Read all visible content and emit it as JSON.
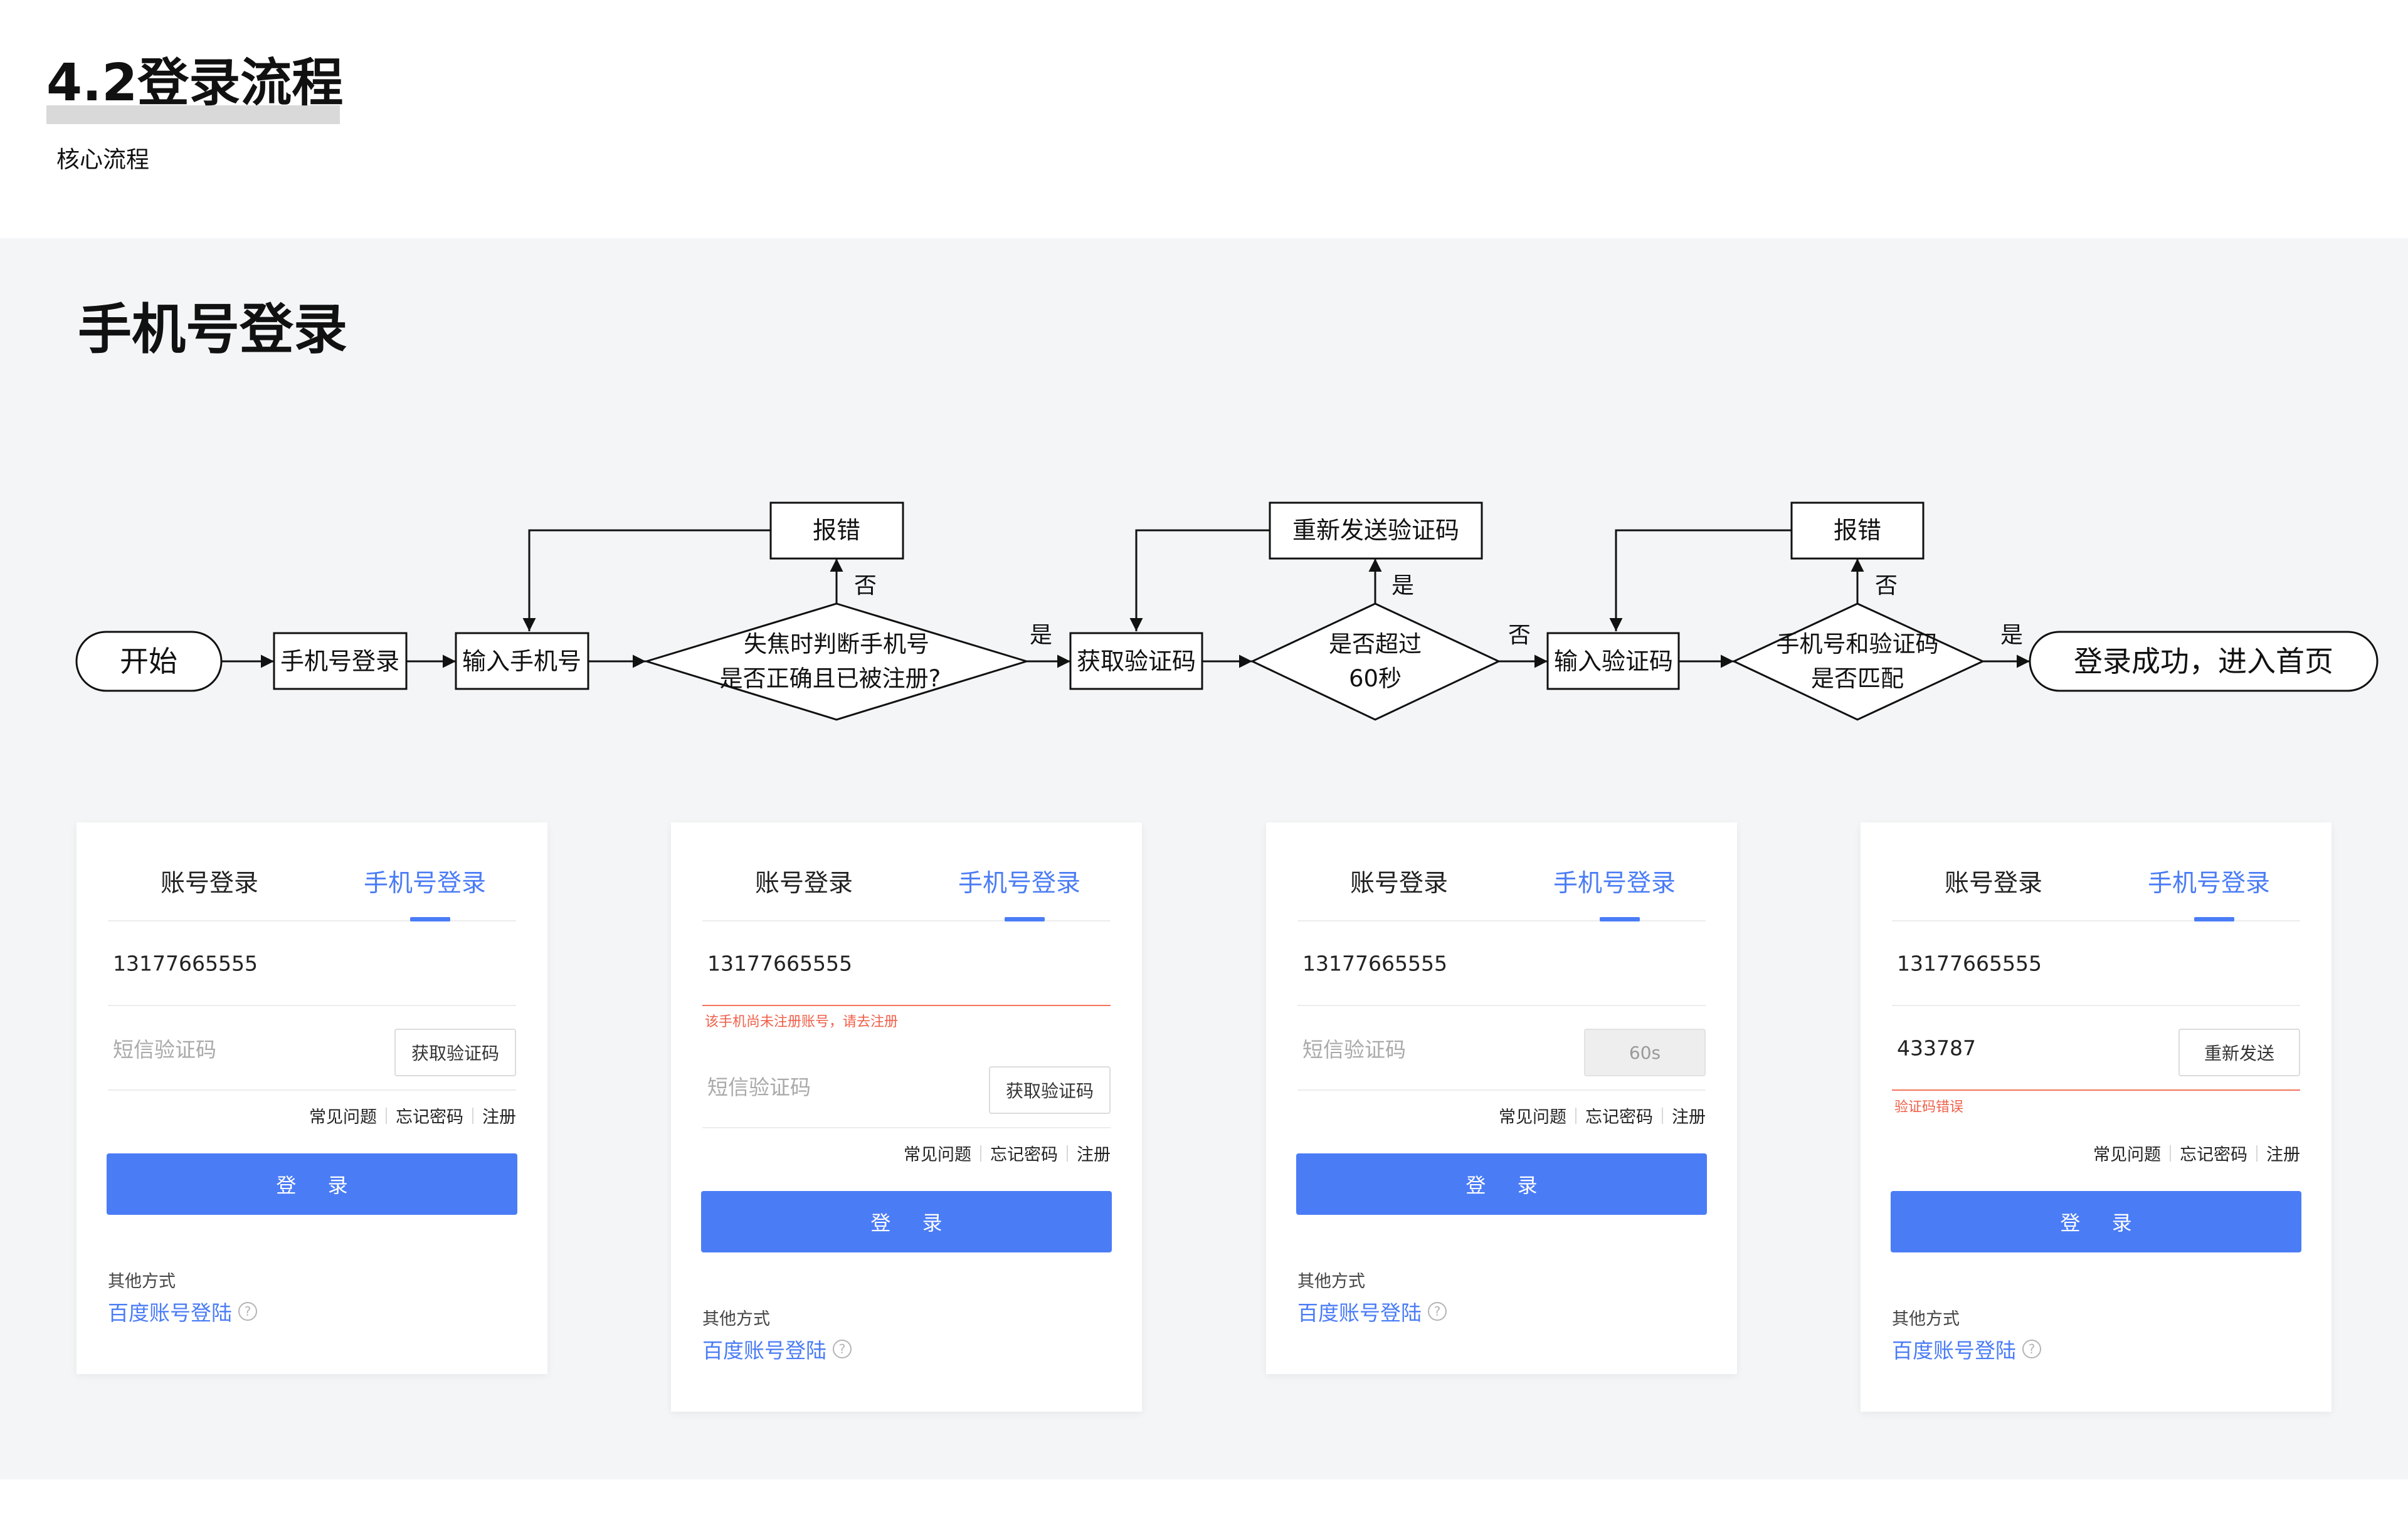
{
  "header": {
    "title": "4.2登录流程",
    "subtitle": "核心流程"
  },
  "section": {
    "title": "手机号登录"
  },
  "flowchart": {
    "nodes": {
      "start": "开始",
      "phone_login": "手机号登录",
      "input_phone": "输入手机号",
      "check_phone_line1": "失焦时判断手机号",
      "check_phone_line2": "是否正确且已被注册?",
      "error_top_1": "报错",
      "get_code": "获取验证码",
      "timeout_line1": "是否超过",
      "timeout_line2": "60秒",
      "resend": "重新发送验证码",
      "input_code": "输入验证码",
      "match_line1": "手机号和验证码",
      "match_line2": "是否匹配",
      "error_top_2": "报错",
      "success": "登录成功，进入首页"
    },
    "edge_labels": {
      "check_no": "否",
      "check_yes": "是",
      "timeout_yes": "是",
      "timeout_no": "否",
      "match_no": "否",
      "match_yes": "是"
    }
  },
  "cards": [
    {
      "tab_account": "账号登录",
      "tab_phone": "手机号登录",
      "phone_value": "13177665555",
      "code_placeholder": "短信验证码",
      "code_button": "获取验证码",
      "links": [
        "常见问题",
        "忘记密码",
        "注册"
      ],
      "login_button": "登 录",
      "other_label": "其他方式",
      "baidu_link": "百度账号登陆"
    },
    {
      "tab_account": "账号登录",
      "tab_phone": "手机号登录",
      "phone_value": "13177665555",
      "phone_error": "该手机尚未注册账号，请去注册",
      "code_placeholder": "短信验证码",
      "code_button": "获取验证码",
      "links": [
        "常见问题",
        "忘记密码",
        "注册"
      ],
      "login_button": "登 录",
      "other_label": "其他方式",
      "baidu_link": "百度账号登陆"
    },
    {
      "tab_account": "账号登录",
      "tab_phone": "手机号登录",
      "phone_value": "13177665555",
      "code_placeholder": "短信验证码",
      "code_button": "60s",
      "links": [
        "常见问题",
        "忘记密码",
        "注册"
      ],
      "login_button": "登 录",
      "other_label": "其他方式",
      "baidu_link": "百度账号登陆"
    },
    {
      "tab_account": "账号登录",
      "tab_phone": "手机号登录",
      "phone_value": "13177665555",
      "code_value": "433787",
      "code_button": "重新发送",
      "code_error": "验证码错误",
      "links": [
        "常见问题",
        "忘记密码",
        "注册"
      ],
      "login_button": "登 录",
      "other_label": "其他方式",
      "baidu_link": "百度账号登陆"
    }
  ],
  "colors": {
    "accent": "#4a7cf6",
    "error": "#f0604a",
    "band_background": "#f4f5f7"
  }
}
